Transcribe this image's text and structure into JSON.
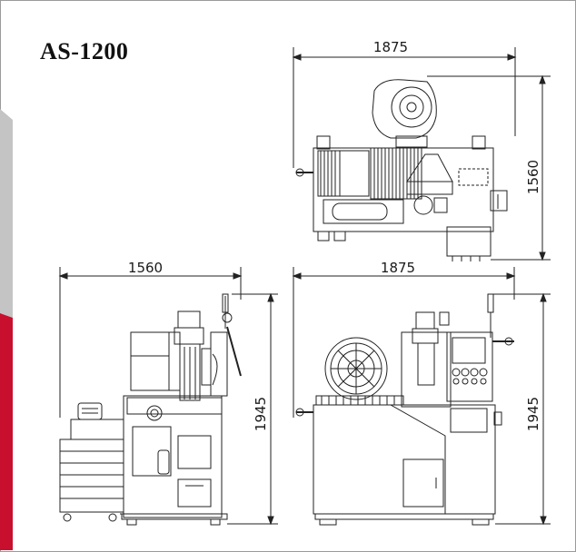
{
  "title": "AS-1200",
  "views": {
    "top": {
      "name": "top-view",
      "width_label": "1875",
      "depth_label": "1560"
    },
    "side": {
      "name": "side-view",
      "width_label": "1560",
      "height_label": "1945"
    },
    "front": {
      "name": "front-view",
      "width_label": "1875",
      "height_label": "1945"
    }
  },
  "colors": {
    "line": "#222222",
    "accent_red": "#c8102e",
    "band_gray": "#b9b9b9"
  }
}
